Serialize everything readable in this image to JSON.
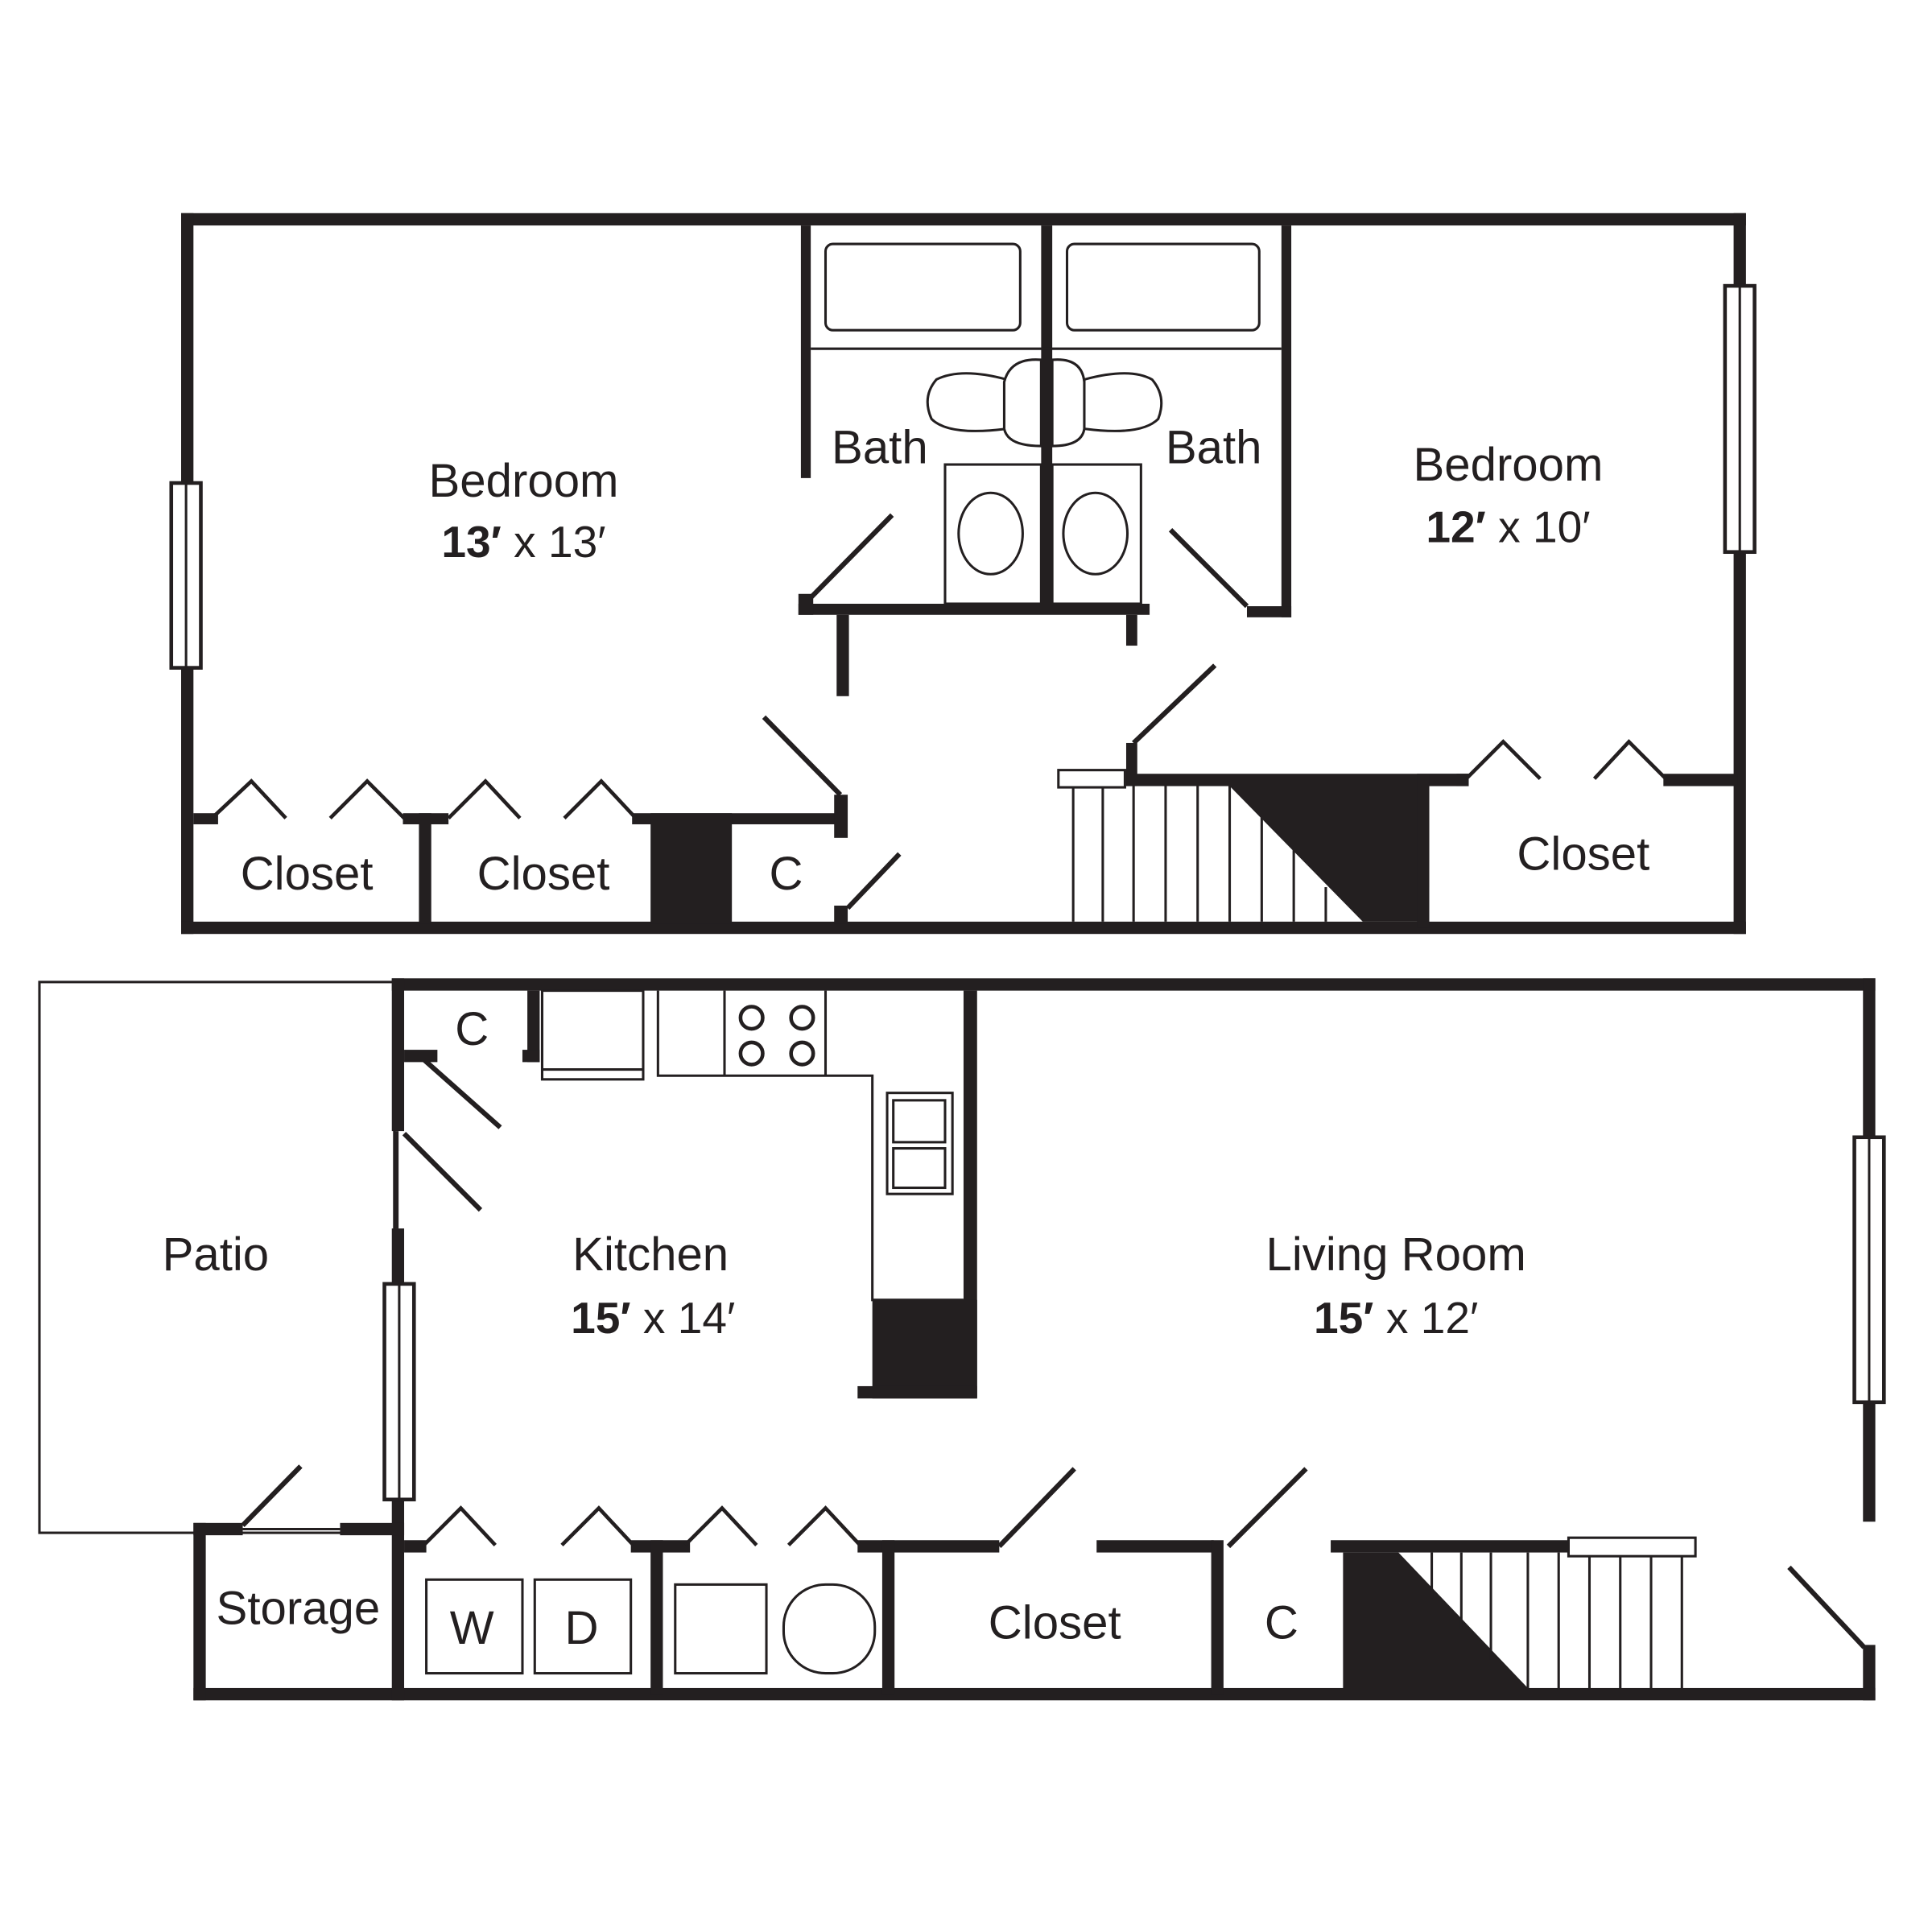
{
  "floorplan": {
    "upper_floor": {
      "bedroom_1": {
        "name": "Bedroom",
        "dim_bold": "13′",
        "dim_rest": " x 13′"
      },
      "bedroom_2": {
        "name": "Bedroom",
        "dim_bold": "12′",
        "dim_rest": " x 10′"
      },
      "bath_1": "Bath",
      "bath_2": "Bath",
      "closet_1": "Closet",
      "closet_2": "Closet",
      "closet_3": "Closet",
      "closet_c": "C"
    },
    "lower_floor": {
      "patio": "Patio",
      "kitchen": {
        "name": "Kitchen",
        "dim_bold": "15′",
        "dim_rest": " x 14′"
      },
      "living_room": {
        "name": "Living Room",
        "dim_bold": "15′",
        "dim_rest": " x 12′"
      },
      "storage": "Storage",
      "washer": "W",
      "dryer": "D",
      "closet": "Closet",
      "closet_c1": "C",
      "closet_c2": "C"
    },
    "colors": {
      "wall": "#231f20",
      "background": "#ffffff"
    }
  }
}
